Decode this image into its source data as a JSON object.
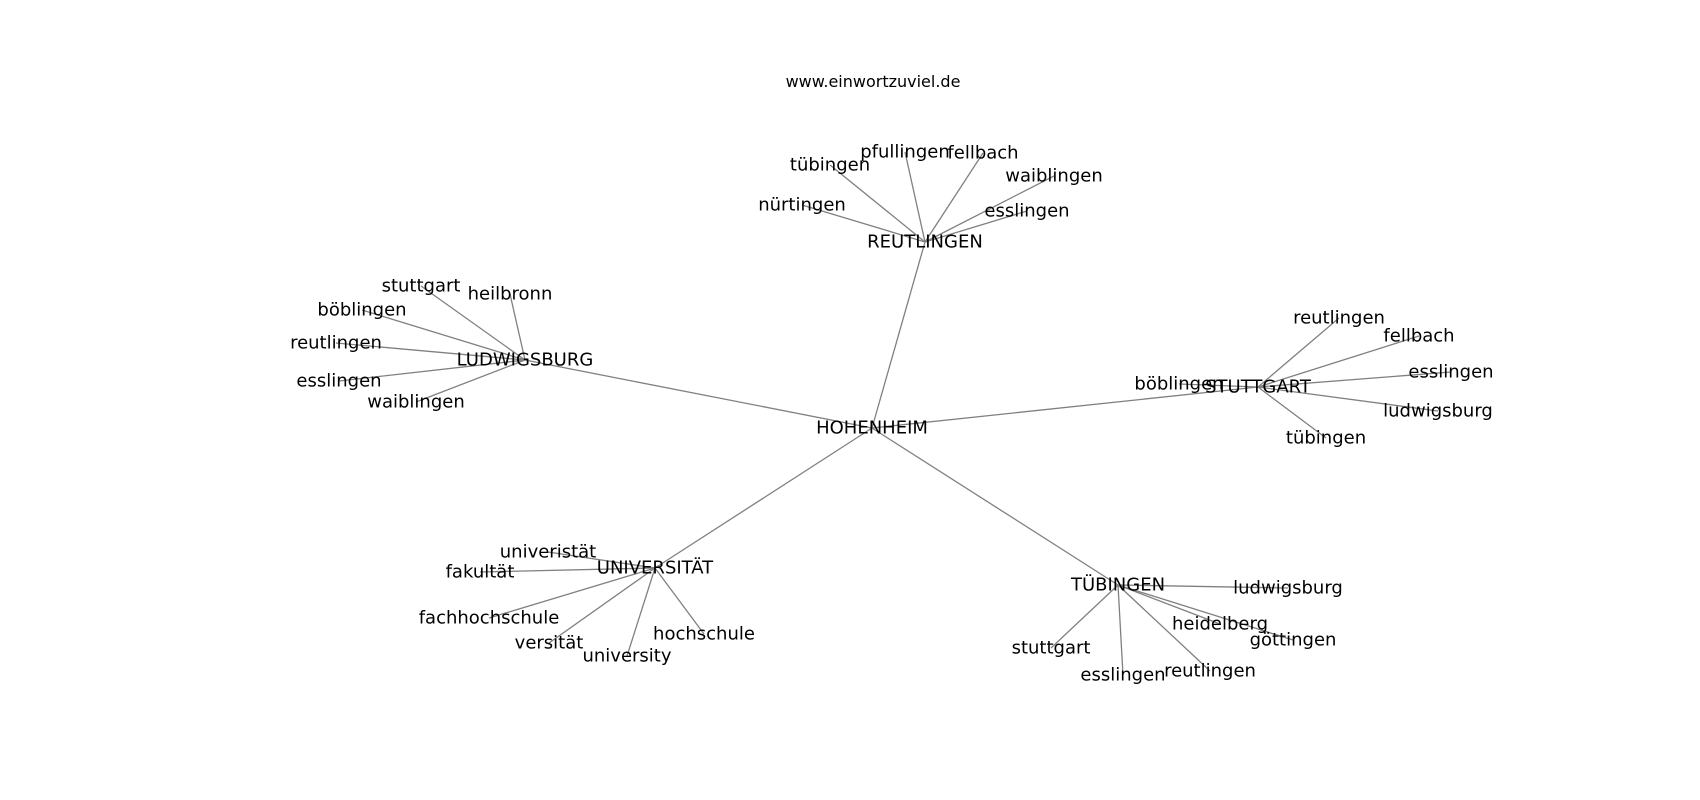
{
  "source_label": "www.einwortzuviel.de",
  "graph": {
    "center": "HOHENHEIM",
    "clusters": [
      {
        "id": "reutlingen",
        "label": "REUTLINGEN",
        "leaves": [
          "tübingen",
          "pfullingen",
          "fellbach",
          "waiblingen",
          "nürtingen",
          "esslingen"
        ]
      },
      {
        "id": "ludwigsburg",
        "label": "LUDWIGSBURG",
        "leaves": [
          "stuttgart",
          "heilbronn",
          "böblingen",
          "reutlingen",
          "esslingen",
          "waiblingen"
        ]
      },
      {
        "id": "stuttgart",
        "label": "STUTTGART",
        "leaves": [
          "reutlingen",
          "fellbach",
          "esslingen",
          "böblingen",
          "ludwigsburg",
          "tübingen"
        ]
      },
      {
        "id": "universitaet",
        "label": "UNIVERSITÄT",
        "leaves": [
          "univeristät",
          "fakultät",
          "fachhochschule",
          "versität",
          "university",
          "hochschule"
        ]
      },
      {
        "id": "tuebingen",
        "label": "TÜBINGEN",
        "leaves": [
          "ludwigsburg",
          "heidelberg",
          "göttingen",
          "stuttgart",
          "esslingen",
          "reutlingen"
        ]
      }
    ]
  }
}
